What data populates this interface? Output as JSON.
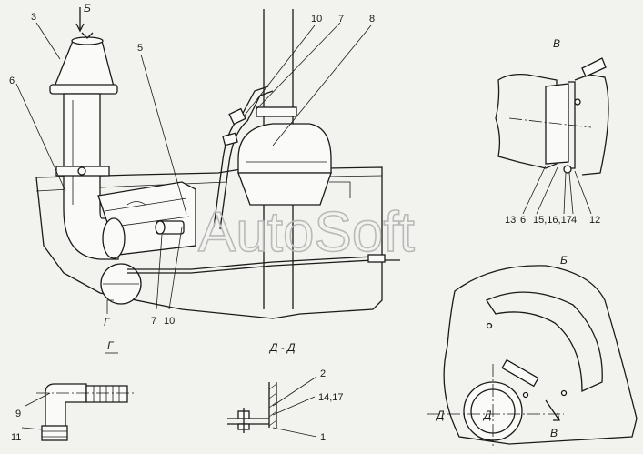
{
  "labels": {
    "arrow_b_top": "Б",
    "n3": "3",
    "n6_main": "6",
    "n5": "5",
    "n10_top": "10",
    "n7_top": "7",
    "n8": "8",
    "n7_bottom": "7",
    "n10_bottom": "10",
    "detail_g_main": "Г",
    "view_v_title": "В",
    "n13": "13",
    "n6_v": "6",
    "n15_16_17": "15,16,17",
    "n4": "4",
    "n12": "12",
    "view_b_title": "Б",
    "detail_g_title": "Г",
    "n9": "9",
    "n11": "11",
    "section_dd_title": "Д - Д",
    "n2": "2",
    "n14_17": "14,17",
    "n1": "1",
    "d_left": "Д",
    "d_right": "Д",
    "b_arrow_bottom": "В"
  },
  "watermark": "AutoSoft"
}
